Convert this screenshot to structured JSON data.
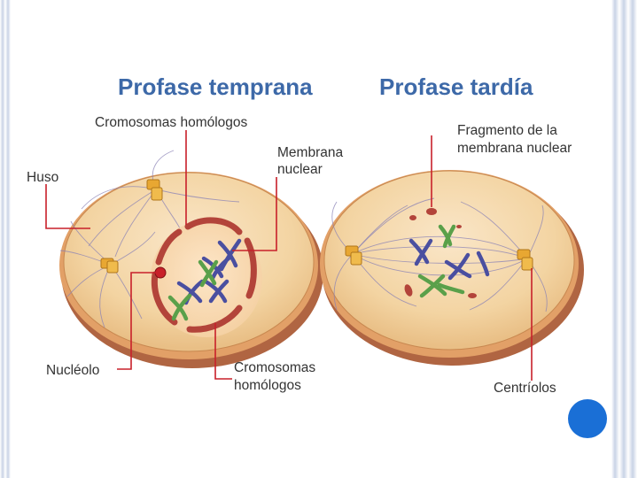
{
  "titles": {
    "early": "Profase temprana",
    "late": "Profase tardía"
  },
  "labels": {
    "homologous_top": "Cromosomas homólogos",
    "membrane_1": "Membrana",
    "membrane_2": "nuclear",
    "spindle": "Huso",
    "nucleolus": "Nucléolo",
    "homologous_bottom_1": "Cromosomas",
    "homologous_bottom_2": "homólogos",
    "fragment_1": "Fragmento de la",
    "fragment_2": "membrana nuclear",
    "centrioles": "Centríolos"
  },
  "colors": {
    "title": "#3d69a8",
    "leader": "#c8202a",
    "cell_fill": "#f3d4a2",
    "membrane": "#b3443a",
    "chromosome_blue": "#4a4fa0",
    "chromosome_green": "#5aa04a",
    "centriole": "#e8a732",
    "slide_dot": "#1a6fd6"
  }
}
